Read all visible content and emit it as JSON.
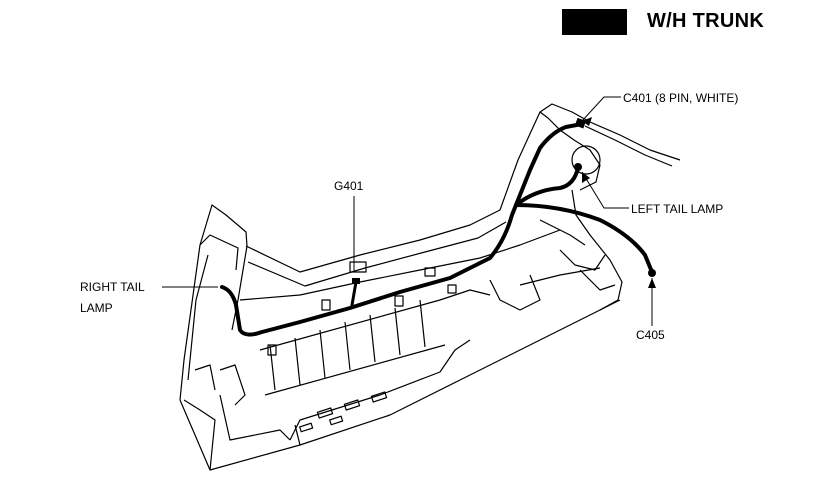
{
  "header": {
    "title": "W/H TRUNK",
    "block_color": "#000000"
  },
  "callouts": {
    "c401": "C401 (8 PIN, WHITE)",
    "g401": "G401",
    "left_tail_lamp": "LEFT TAIL LAMP",
    "right_tail_lamp_line1": "RIGHT TAIL",
    "right_tail_lamp_line2": "LAMP",
    "c405": "C405"
  },
  "colors": {
    "outline": "#000000",
    "harness": "#000000",
    "background": "#ffffff"
  }
}
